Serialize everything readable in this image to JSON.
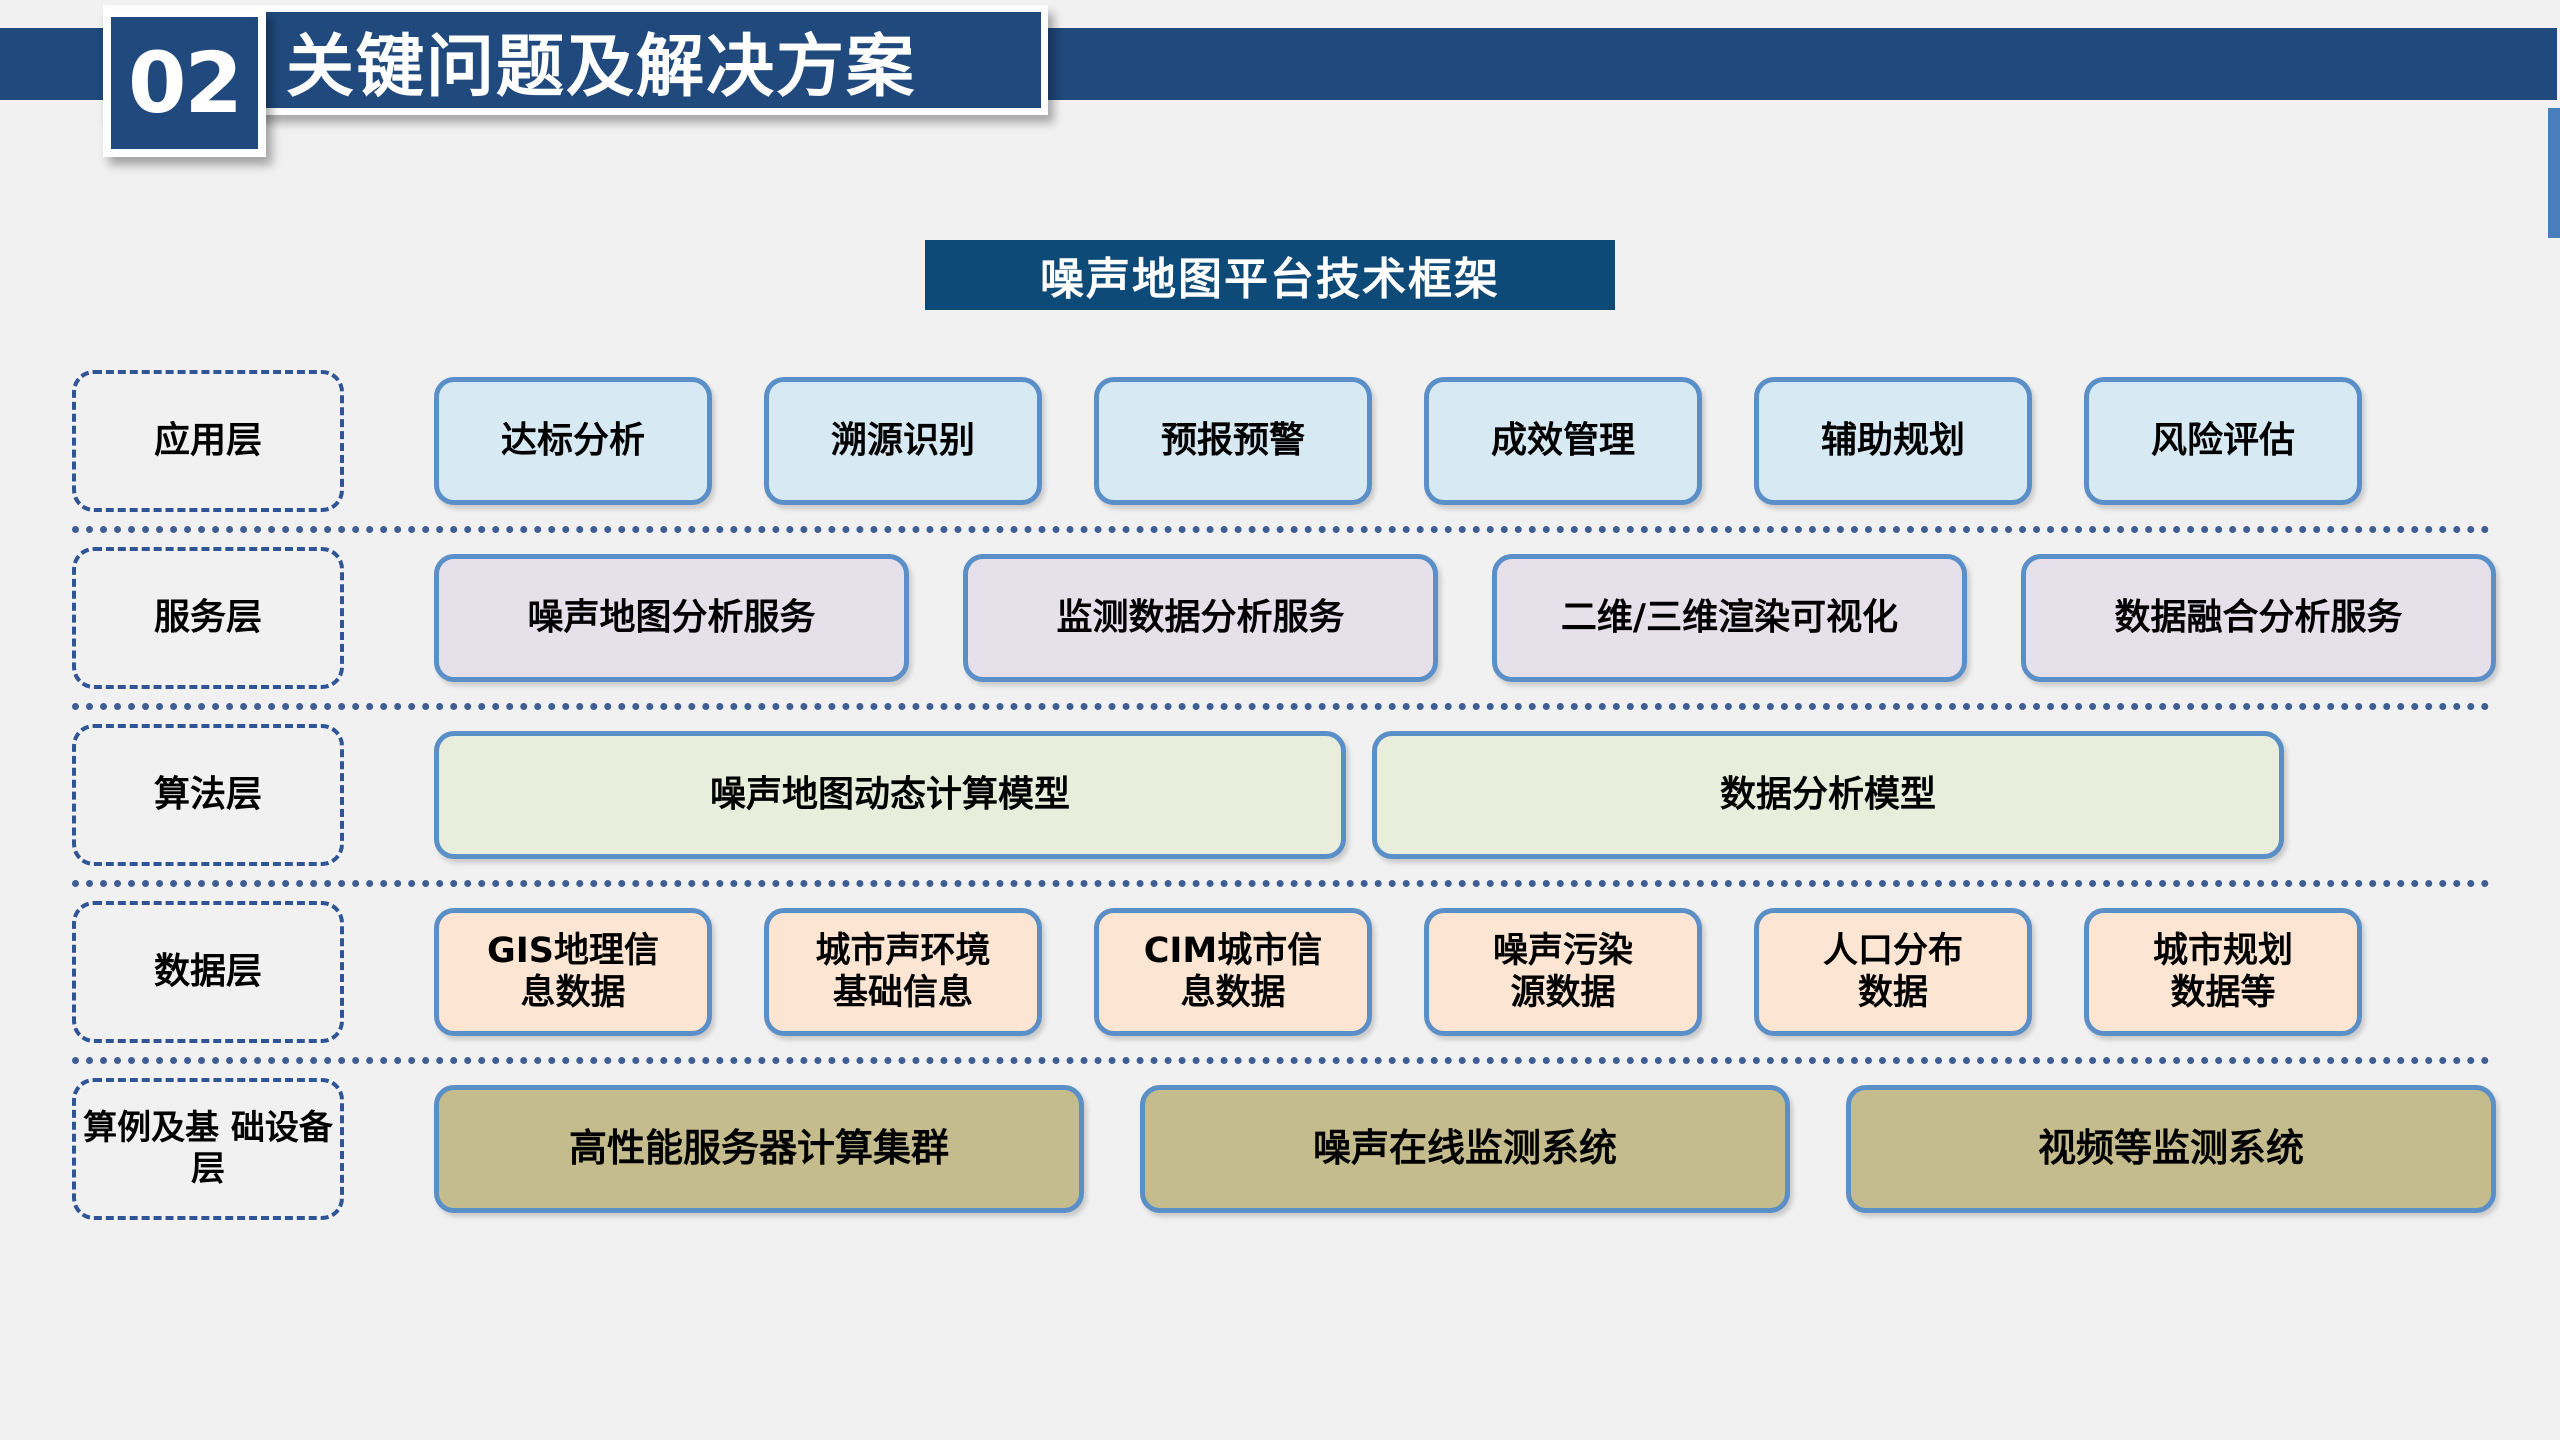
{
  "header": {
    "number": "02",
    "title": "关键问题及解决方案",
    "accent_navy": "#20497D",
    "accent_blue": "#4A7EBB"
  },
  "framework": {
    "title": "噪声地图平台技术框架",
    "title_bg": "#0E4A78"
  },
  "layers": [
    {
      "id": "application",
      "label": "应用层",
      "fill": "#D7EAF3",
      "border": "#5B8FC7",
      "nodes": [
        "达标分析",
        "溯源识别",
        "预报预警",
        "成效管理",
        "辅助规划",
        "风险评估"
      ]
    },
    {
      "id": "service",
      "label": "服务层",
      "fill": "#E6E0EB",
      "border": "#5B8FC7",
      "nodes": [
        "噪声地图分析服务",
        "监测数据分析服务",
        "二维/三维渲染可视化",
        "数据融合分析服务"
      ]
    },
    {
      "id": "algorithm",
      "label": "算法层",
      "fill": "#E8EDDC",
      "border": "#5B8FC7",
      "nodes": [
        "噪声地图动态计算模型",
        "数据分析模型"
      ]
    },
    {
      "id": "data",
      "label": "数据层",
      "fill": "#FCE5D3",
      "border": "#5B8FC7",
      "nodes": [
        "GIS地理信\n息数据",
        "城市声环境\n基础信息",
        "CIM城市信\n息数据",
        "噪声污染\n源数据",
        "人口分布\n数据",
        "城市规划\n数据等"
      ]
    },
    {
      "id": "infrastructure",
      "label": "算例及基\n础设备层",
      "fill": "#C5BC8E",
      "border": "#5B8FC7",
      "nodes": [
        "高性能服务器计算集群",
        "噪声在线监测系统",
        "视频等监测系统"
      ]
    }
  ],
  "divider_color": "#3F5E93"
}
